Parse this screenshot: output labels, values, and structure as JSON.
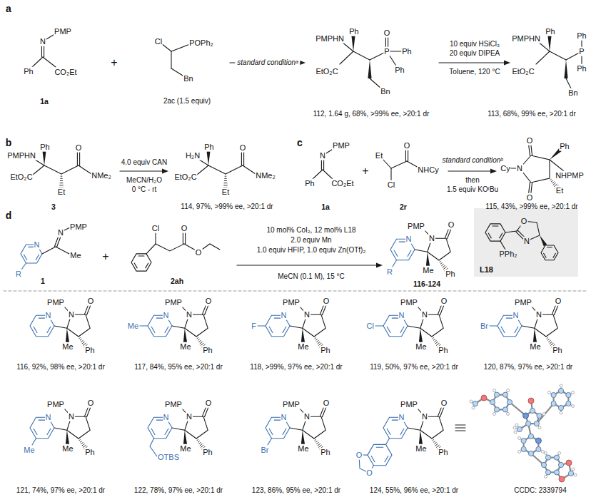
{
  "diagram": {
    "nodes": [
      {
        "text": [
          "L18"
        ]
      }
    ],
    "labels": [
      "a",
      "PMP",
      "N",
      "Ph",
      "CO₂Et",
      "1a",
      "+",
      "Cl",
      "POPh₂",
      "Bn",
      "2ac (1.5 equiv)",
      "standard conditionᵃ",
      "PMPHN",
      "Ph",
      "EtO₂C",
      "O",
      "P",
      "Ph",
      "Ph",
      "Bn",
      "112, 1.64 g, 68%, >99% ee, >20:1 dr",
      "10 equiv HSiCl₃",
      "20 equiv DIPEA",
      "Toluene, 120 °C",
      "PMPHN",
      "Ph",
      "EtO₂C",
      "P",
      "Ph",
      "Ph",
      "Bn",
      "113, 68%, 99% ee, >20:1 dr",
      "b",
      "PMPHN",
      "Ph",
      "EtO₂C",
      "Et",
      "O",
      "NMe₂",
      "3",
      "4.0 equiv CAN",
      "MeCN/H₂O",
      "0 °C - rt",
      "H₂N",
      "Ph",
      "EtO₂C",
      "Et",
      "O",
      "NMe₂",
      "114, 97%, >99% ee, >20:1 dr",
      "c",
      "PMP",
      "N",
      "Ph",
      "CO₂Et",
      "1a",
      "+",
      "Et",
      "O",
      "Cl",
      "NHCy",
      "2r",
      "standard conditionᵇ",
      "then",
      "1.5 equiv KOᵗBu",
      "O",
      "Cy",
      "N",
      "Ph",
      "NHPMP",
      "Et",
      "O",
      "115, 43%, >99% ee, >20:1 dr",
      "d",
      "R",
      "N",
      "N",
      "PMP",
      "Me",
      "1",
      "+",
      "Cl",
      "O",
      "O",
      "2ah",
      "10 mol% CoI₂, 12 mol% L18",
      "2.0 equiv Mn",
      "1.0 equiv HFIP, 1.0 equiv Zn(OTf)₂",
      "MeCN (0.1 M), 15 °C",
      "PMP",
      "N",
      "O",
      "N",
      "Me",
      "Ph",
      "R",
      "116-124",
      "O",
      "N",
      "PPh₂",
      "PMP",
      "N",
      "O",
      "N",
      "Me",
      "Ph",
      "116, 92%, 98% ee, >20:1 dr",
      "PMP",
      "N",
      "O",
      "N",
      "Me",
      "Ph",
      "Me",
      "117, 84%, 95% ee, >20:1 dr",
      "PMP",
      "N",
      "O",
      "N",
      "Me",
      "Ph",
      "F",
      "118, >99%, 97% ee, >20:1 dr",
      "PMP",
      "N",
      "O",
      "N",
      "Me",
      "Ph",
      "Cl",
      "119, 50%, 97% ee, >20:1 dr",
      "PMP",
      "N",
      "O",
      "N",
      "Me",
      "Ph",
      "Br",
      "120, 87%, 97% ee, >20:1 dr",
      "PMP",
      "N",
      "O",
      "N",
      "Me",
      "Ph",
      "Me",
      "121, 74%, 97% ee, >20:1 dr",
      "PMP",
      "N",
      "O",
      "N",
      "Me",
      "Ph",
      "OTBS",
      "122, 78%, 97% ee, >20:1 dr",
      "PMP",
      "N",
      "O",
      "N",
      "Me",
      "Ph",
      "Br",
      "123, 86%, 95% ee, >20:1 dr",
      "PMP",
      "N",
      "O",
      "N",
      "Me",
      "Ph",
      "O",
      "O",
      "124, 55%, 96% ee, >20:1 dr",
      "CCDC: 2339794"
    ]
  }
}
